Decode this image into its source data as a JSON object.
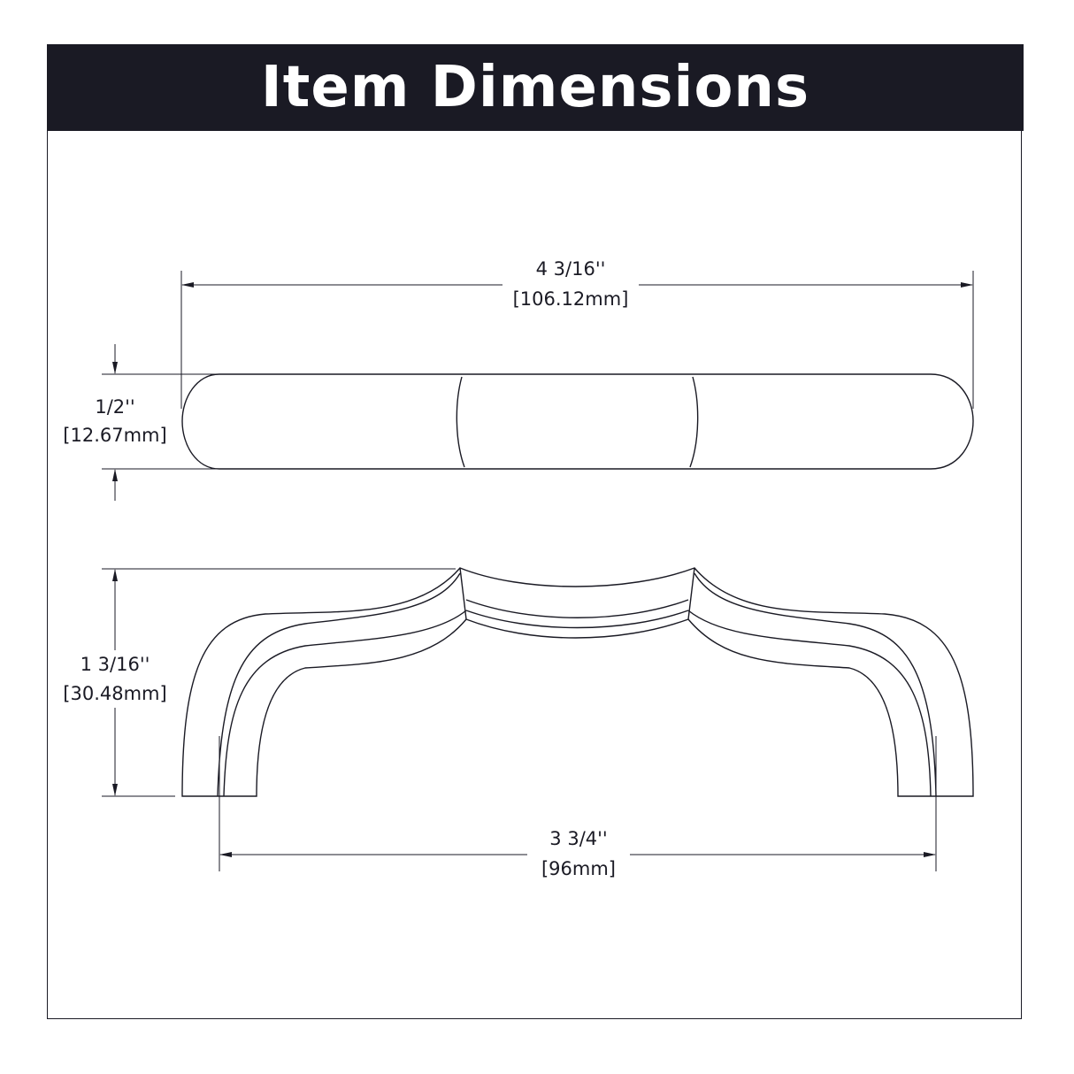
{
  "header": {
    "title": "Item Dimensions",
    "background": "#1a1a24",
    "text_color": "#ffffff"
  },
  "dimensions": {
    "overall_length": {
      "imperial": "4 3/16''",
      "metric": "[106.12mm]"
    },
    "width": {
      "imperial": "1/2''",
      "metric": "[12.67mm]"
    },
    "projection": {
      "imperial": "1 3/16''",
      "metric": "[30.48mm]"
    },
    "center_to_center": {
      "imperial": "3 3/4''",
      "metric": "[96mm]"
    }
  }
}
